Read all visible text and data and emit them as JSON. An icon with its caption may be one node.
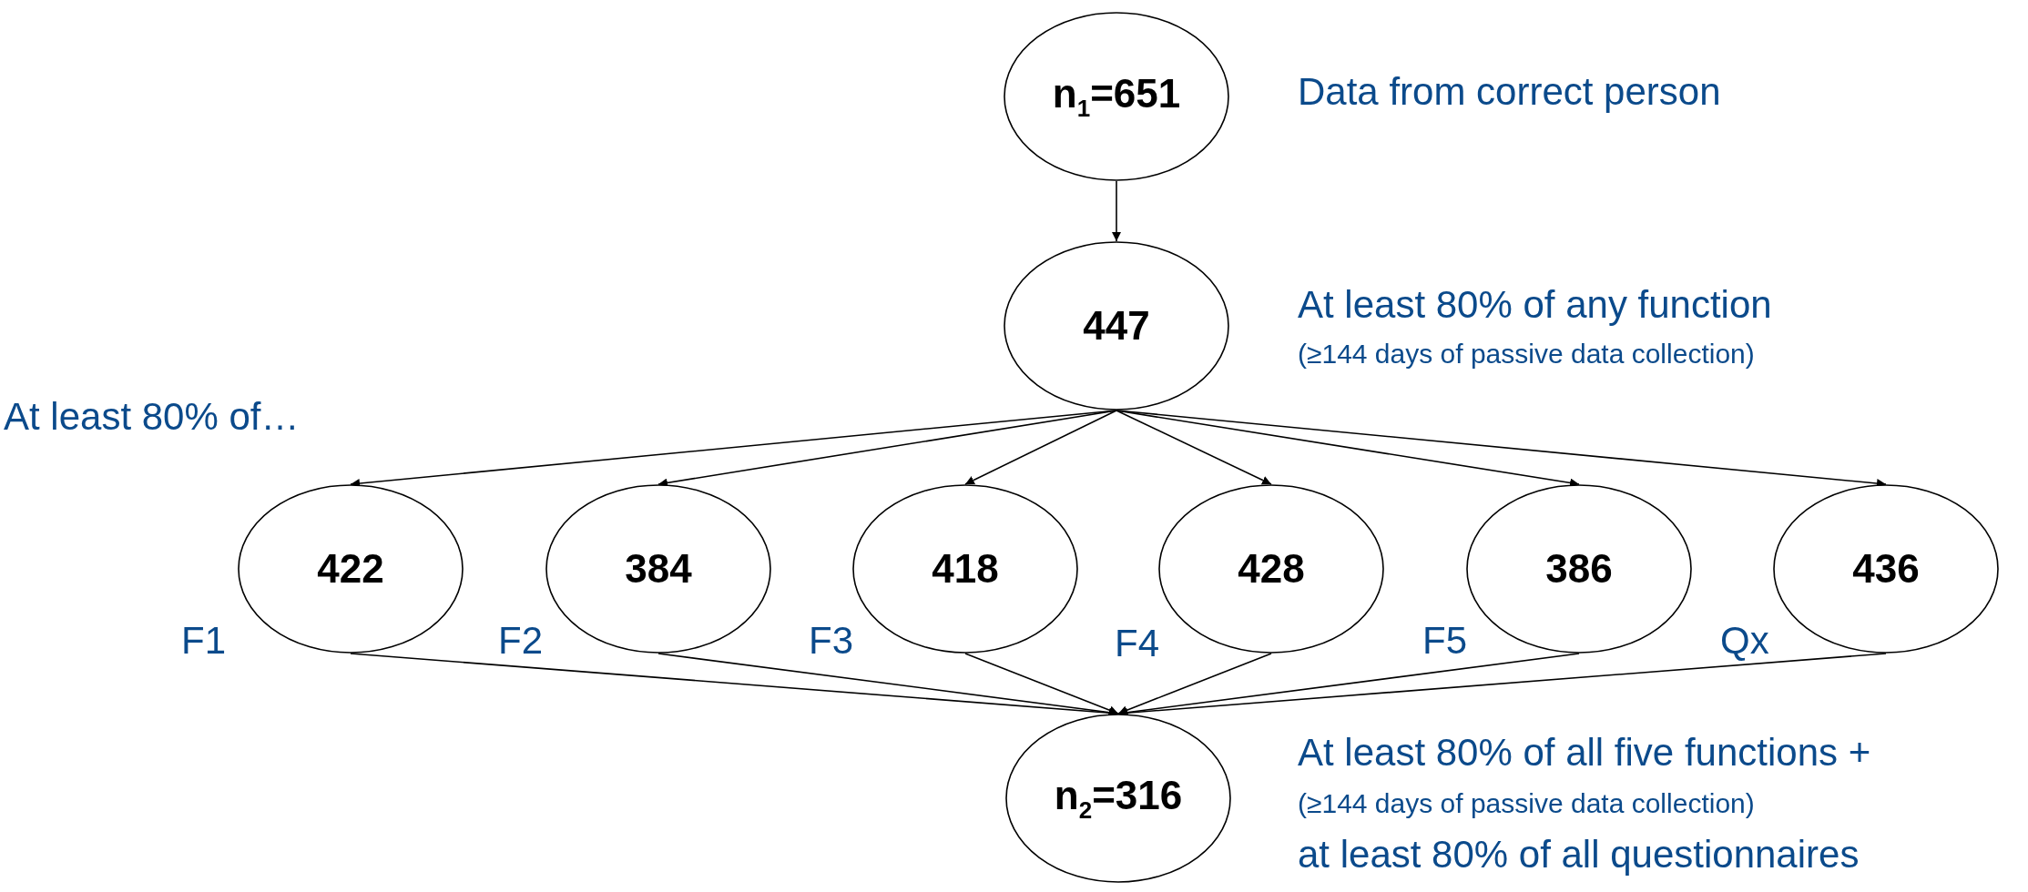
{
  "diagram": {
    "nodes": [
      {
        "text": [
          "n$_{1}$=651"
        ],
        "beside": [
          "Data from correct person"
        ]
      },
      {
        "text": [
          "447"
        ],
        "beside": [
          "At least 80% of any function",
          "(≥144 days of passive data collection)"
        ]
      },
      {
        "text": [
          "422"
        ],
        "beside": [
          "F1"
        ]
      },
      {
        "text": [
          "384"
        ],
        "beside": [
          "F2"
        ]
      },
      {
        "text": [
          "418"
        ],
        "beside": [
          "F3"
        ]
      },
      {
        "text": [
          "428"
        ],
        "beside": [
          "F4"
        ]
      },
      {
        "text": [
          "386"
        ],
        "beside": [
          "F5"
        ]
      },
      {
        "text": [
          "436"
        ],
        "beside": [
          "Qx"
        ]
      },
      {
        "text": [
          "n$_{2}$=316"
        ],
        "beside": [
          "At least 80% of all five functions +",
          "(≥144 days of passive data collection)",
          "at least 80% of all questionnaires"
        ]
      }
    ],
    "edges": [
      {
        "from": 0,
        "to": 1,
        "arrow": "to"
      },
      {
        "from": 1,
        "to": 2,
        "arrow": "to"
      },
      {
        "from": 1,
        "to": 3,
        "arrow": "to"
      },
      {
        "from": 1,
        "to": 4,
        "arrow": "to"
      },
      {
        "from": 1,
        "to": 5,
        "arrow": "to"
      },
      {
        "from": 1,
        "to": 6,
        "arrow": "to"
      },
      {
        "from": 1,
        "to": 7,
        "arrow": "to"
      },
      {
        "from": 2,
        "to": 8,
        "arrow": "to"
      },
      {
        "from": 3,
        "to": 8,
        "arrow": "to"
      },
      {
        "from": 4,
        "to": 8,
        "arrow": "to"
      },
      {
        "from": 5,
        "to": 8,
        "arrow": "to"
      },
      {
        "from": 6,
        "to": 8,
        "arrow": "to"
      },
      {
        "from": 7,
        "to": 8,
        "arrow": "to"
      }
    ],
    "labels": [
      "At least 80% of…"
    ]
  }
}
